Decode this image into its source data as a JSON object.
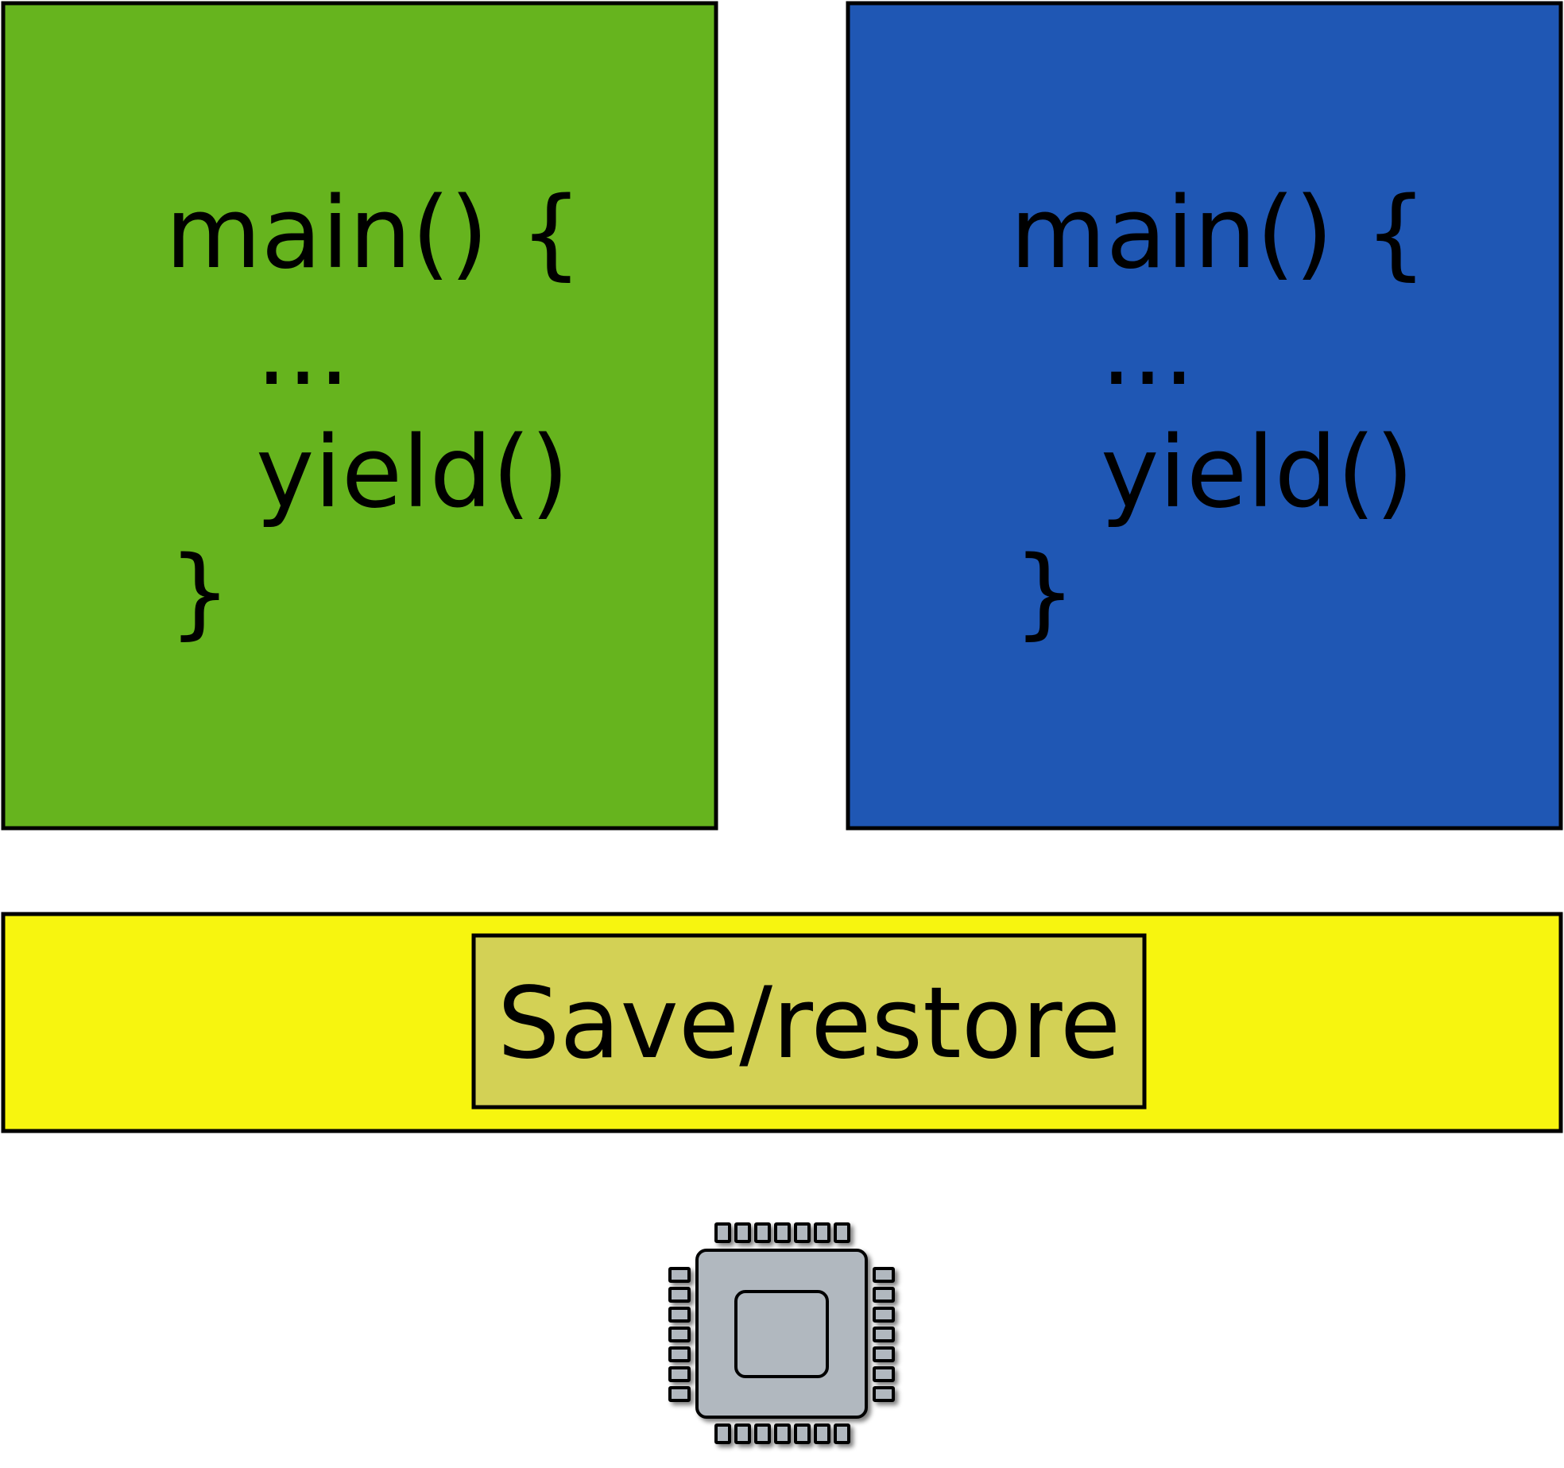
{
  "colors": {
    "left_process": "#66b41e",
    "right_process": "#1f57b4",
    "kernel_bar": "#f7f50f",
    "save_restore_box": "#d3d155",
    "cpu": "#b1b8bf"
  },
  "processes": [
    {
      "lines": [
        "main() {",
        "...",
        "yield()",
        "}"
      ]
    },
    {
      "lines": [
        "main() {",
        "...",
        "yield()",
        "}"
      ]
    }
  ],
  "kernel": {
    "label": "Save/restore"
  },
  "icons": {
    "cpu": "cpu-chip-icon"
  }
}
